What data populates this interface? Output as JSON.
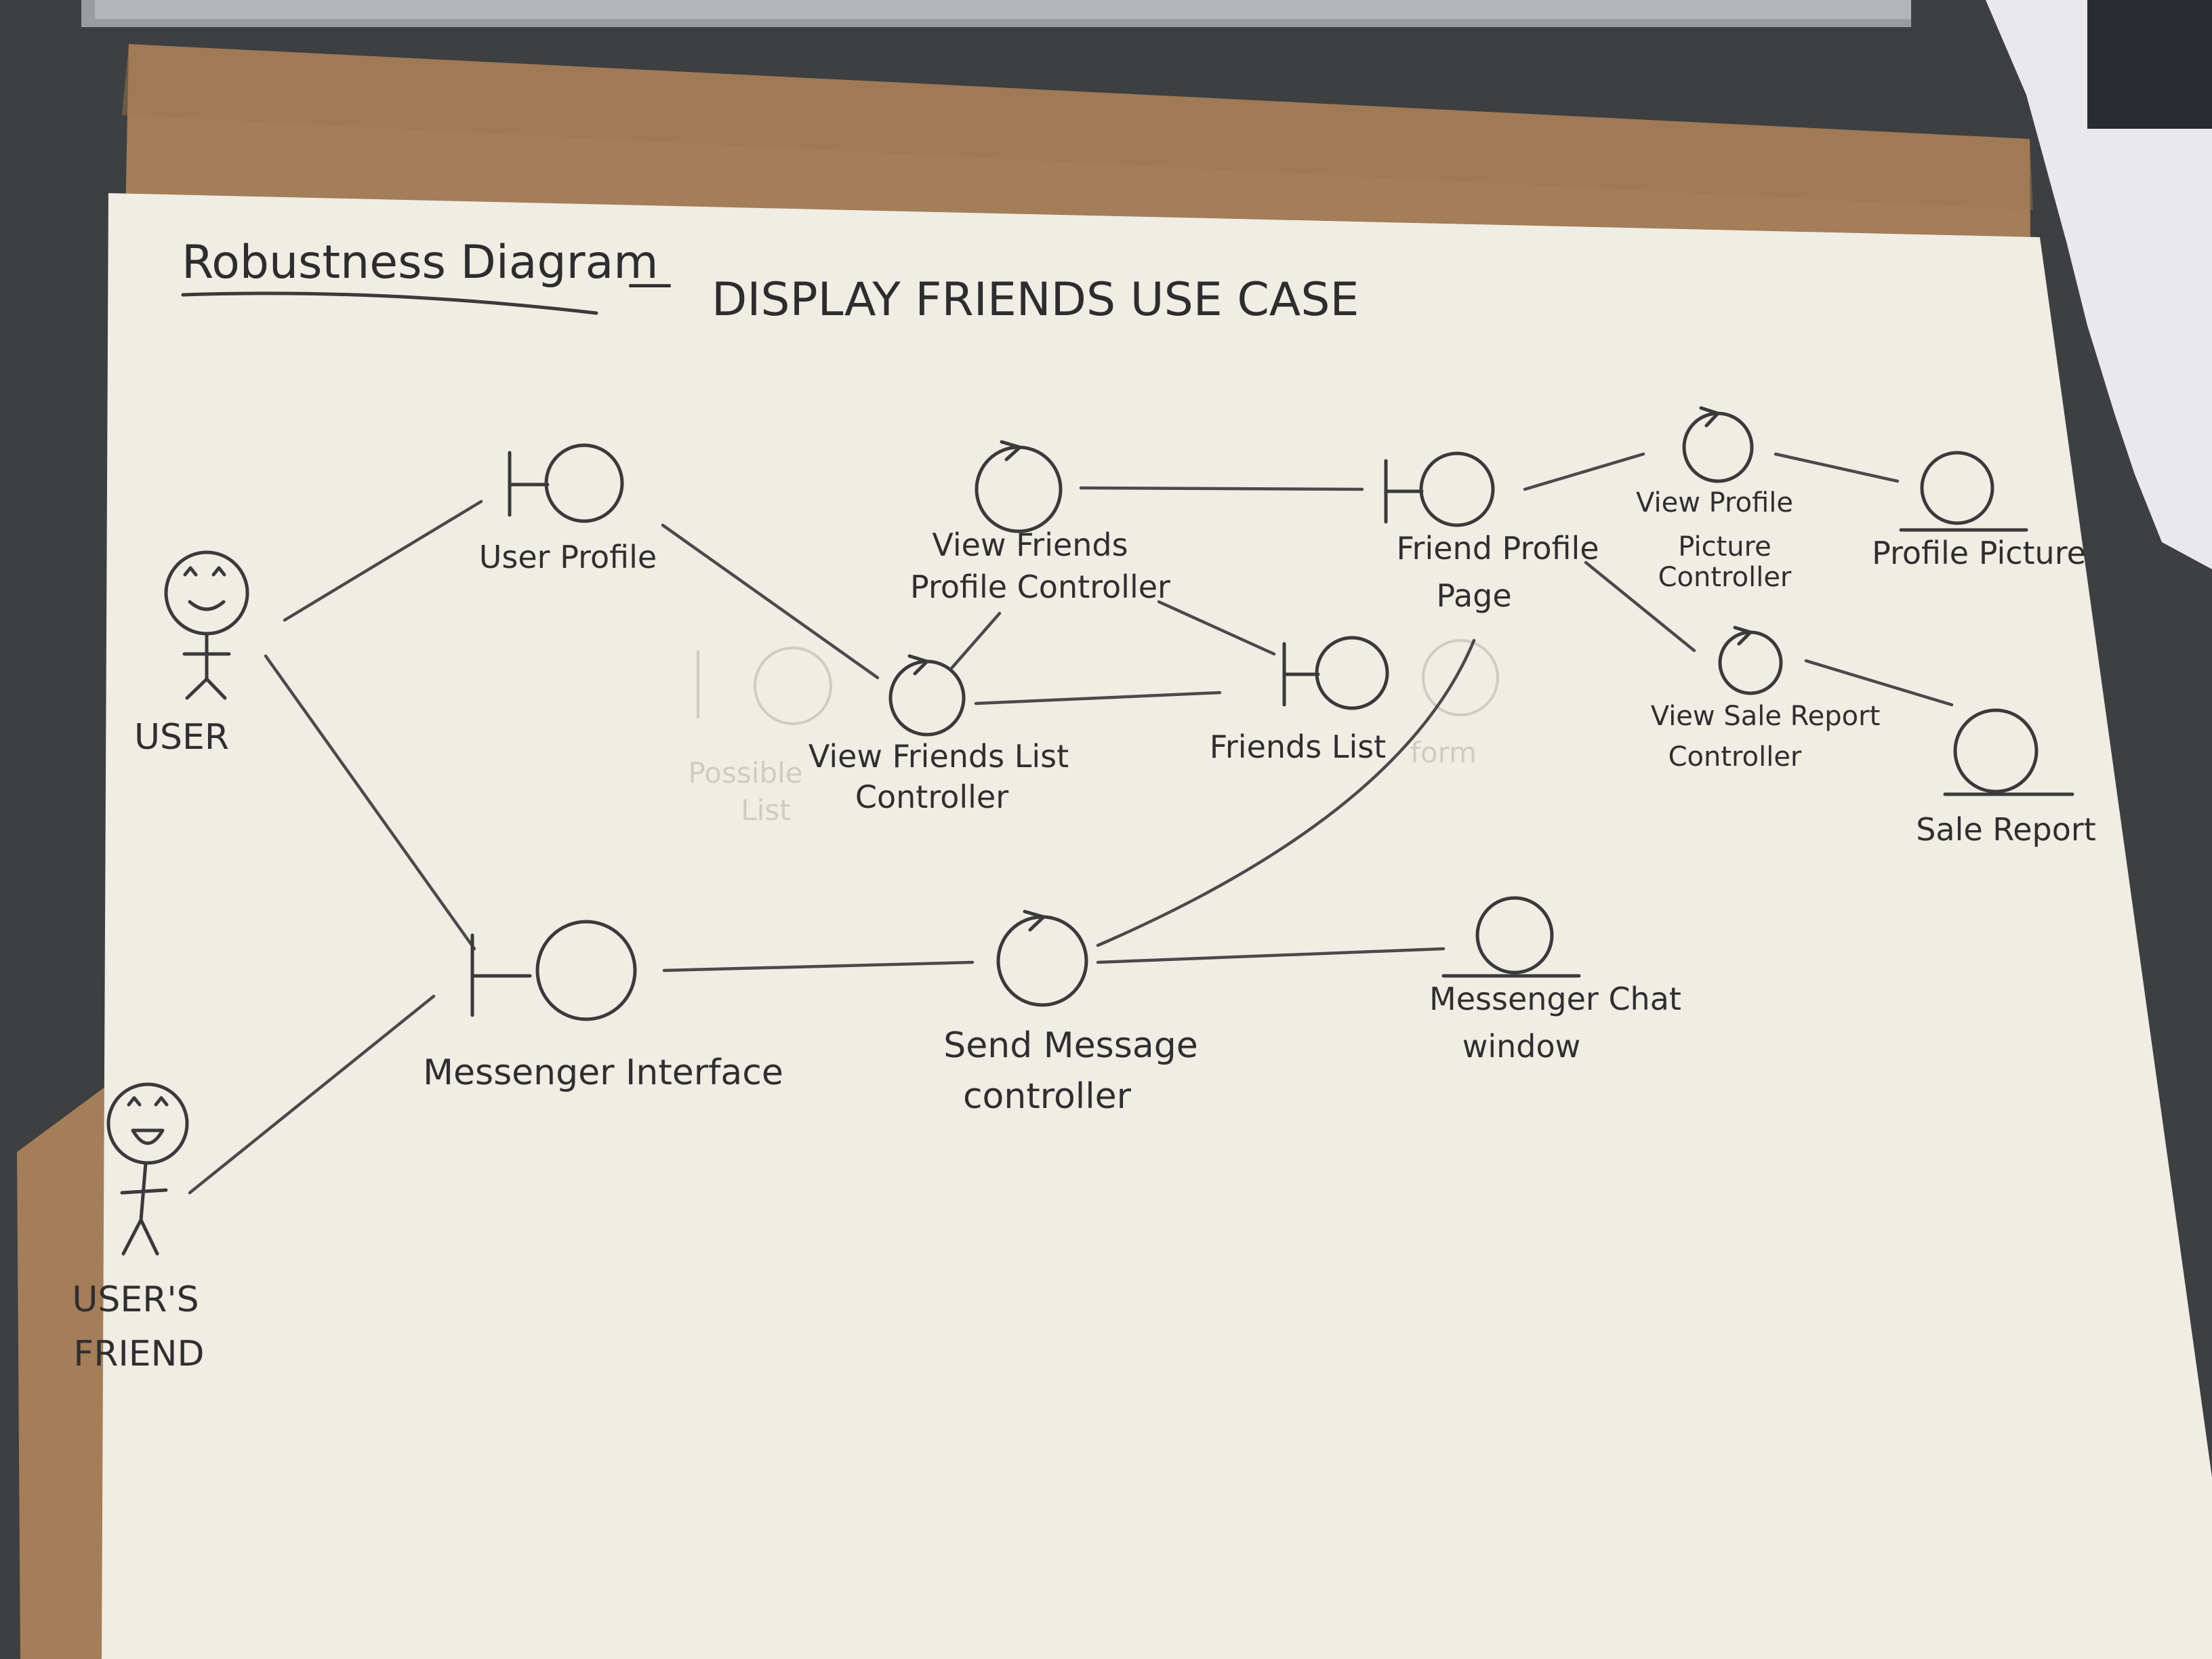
{
  "diagram": {
    "title_part1": "Robustness Diagram",
    "title_dash": "—",
    "title_part2": "DISPLAY FRIENDS USE CASE",
    "actors": {
      "user": "USER",
      "friend_line1": "USER'S",
      "friend_line2": "FRIEND"
    },
    "boundaries": {
      "user_profile": "User Profile",
      "friends_list": "Friends List",
      "friend_profile_page_1": "Friend Profile",
      "friend_profile_page_2": "Page",
      "messenger_interface": "Messenger Interface"
    },
    "controllers": {
      "view_friends_profile_1": "View Friends",
      "view_friends_profile_2": "Profile Controller",
      "view_friends_list_1": "View Friends List",
      "view_friends_list_2": "Controller",
      "view_profile_picture_1": "View Profile",
      "view_profile_picture_2": "Picture",
      "view_profile_picture_3": "Controller",
      "view_sale_report_1": "View Sale Report",
      "view_sale_report_2": "Controller",
      "send_message_1": "Send Message",
      "send_message_2": "controller"
    },
    "entities": {
      "profile_picture": "Profile Picture",
      "sale_report": "Sale Report",
      "messenger_chat_1": "Messenger Chat",
      "messenger_chat_2": "window"
    }
  },
  "colors": {
    "desk": "#3e4042",
    "clipboard": "#a17a57",
    "paper": "#efede4",
    "pencil": "#3a3a3a"
  }
}
